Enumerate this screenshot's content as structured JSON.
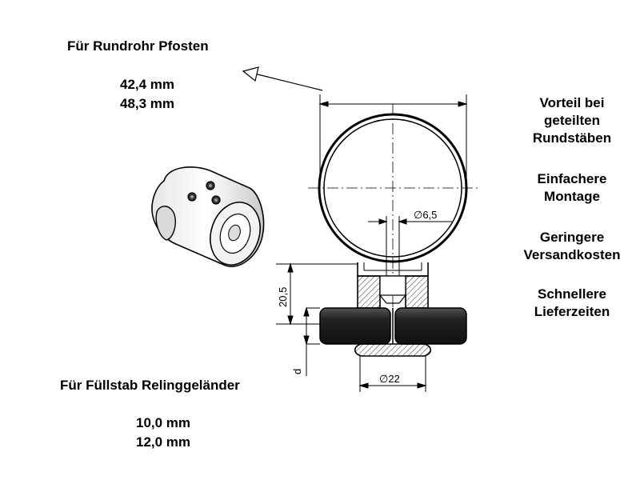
{
  "top_left": {
    "heading": "Für Rundrohr Pfosten",
    "sizes": [
      "42,4 mm",
      "48,3 mm"
    ]
  },
  "bottom_left": {
    "heading": "Für Füllstab Relinggeländer",
    "sizes": [
      "10,0 mm",
      "12,0 mm"
    ]
  },
  "benefits": [
    {
      "line1": "Vorteil bei",
      "line2": "geteilten",
      "line3": "Rundstäben"
    },
    {
      "line1": "Einfachere",
      "line2": "Montage"
    },
    {
      "line1": "Geringere",
      "line2": "Versandkosten"
    },
    {
      "line1": "Schnellere",
      "line2": "Lieferzeiten"
    }
  ],
  "drawing": {
    "hole_dia_label": "∅6,5",
    "height_label": "20,5",
    "d_label": "d",
    "base_dia_label": "∅22"
  }
}
